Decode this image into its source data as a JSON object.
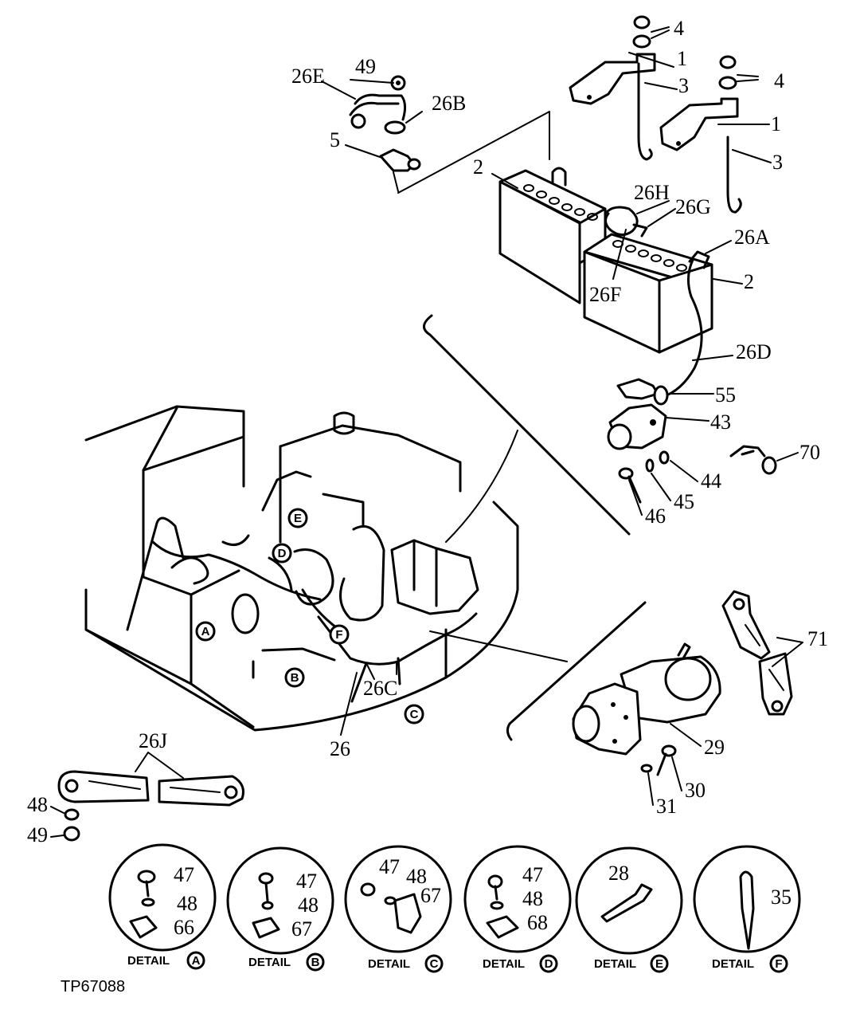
{
  "figure_id": "TP67088",
  "callouts": {
    "c4a": "4",
    "c1a": "1",
    "c3a": "3",
    "c4b": "4",
    "c1b": "1",
    "c3b": "3",
    "c49a": "49",
    "c26E": "26E",
    "c26B": "26B",
    "c5": "5",
    "c2a": "2",
    "c26H": "26H",
    "c26G": "26G",
    "c26A": "26A",
    "c2b": "2",
    "c26F": "26F",
    "c26D": "26D",
    "c55": "55",
    "c43": "43",
    "c70": "70",
    "c44": "44",
    "c45": "45",
    "c46": "46",
    "c71": "71",
    "c29": "29",
    "c30": "30",
    "c31": "31",
    "c26C": "26C",
    "c26": "26",
    "c26J": "26J",
    "c48": "48",
    "c49b": "49"
  },
  "location_letters": [
    "A",
    "B",
    "C",
    "D",
    "E",
    "F"
  ],
  "details": [
    {
      "label": "DETAIL",
      "letter": "A",
      "parts": [
        "47",
        "48",
        "66"
      ]
    },
    {
      "label": "DETAIL",
      "letter": "B",
      "parts": [
        "47",
        "48",
        "67"
      ]
    },
    {
      "label": "DETAIL",
      "letter": "C",
      "parts": [
        "47",
        "48",
        "67"
      ]
    },
    {
      "label": "DETAIL",
      "letter": "D",
      "parts": [
        "47",
        "48",
        "68"
      ]
    },
    {
      "label": "DETAIL",
      "letter": "E",
      "parts": [
        "28"
      ]
    },
    {
      "label": "DETAIL",
      "letter": "F",
      "parts": [
        "35"
      ]
    }
  ]
}
